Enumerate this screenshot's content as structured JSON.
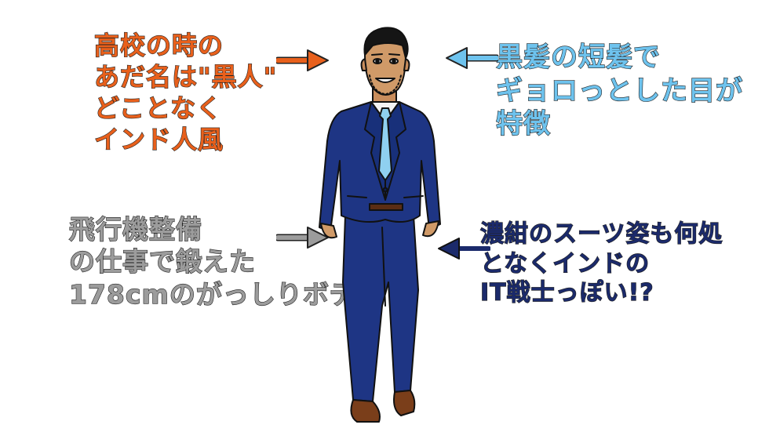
{
  "colors": {
    "orange": "#e8601c",
    "light_blue": "#6ec3ee",
    "gray": "#9c9c9c",
    "navy": "#1b2a6b",
    "suit": "#1e3584",
    "tie": "#8fd0f0"
  },
  "icons": {
    "arrow_top_left": "arrow-right-icon",
    "arrow_top_right": "arrow-left-icon",
    "arrow_bottom_left": "arrow-right-icon",
    "arrow_bottom_right": "arrow-left-icon"
  },
  "notes": {
    "top_left": {
      "lines": [
        "高校の時の",
        "あだ名は\"黒人\"",
        "どことなく",
        "インド人風"
      ]
    },
    "top_right": {
      "lines": [
        "黒髪の短髪で",
        "ギョロっとした目が",
        "特徴"
      ]
    },
    "bottom_left": {
      "lines": [
        "飛行機整備",
        "の仕事で鍛えた",
        "178cmのがっしりボディ"
      ]
    },
    "bottom_right": {
      "lines": [
        "濃紺のスーツ姿も何処",
        "となくインドの",
        "IT戦士っぽい!?"
      ]
    }
  }
}
